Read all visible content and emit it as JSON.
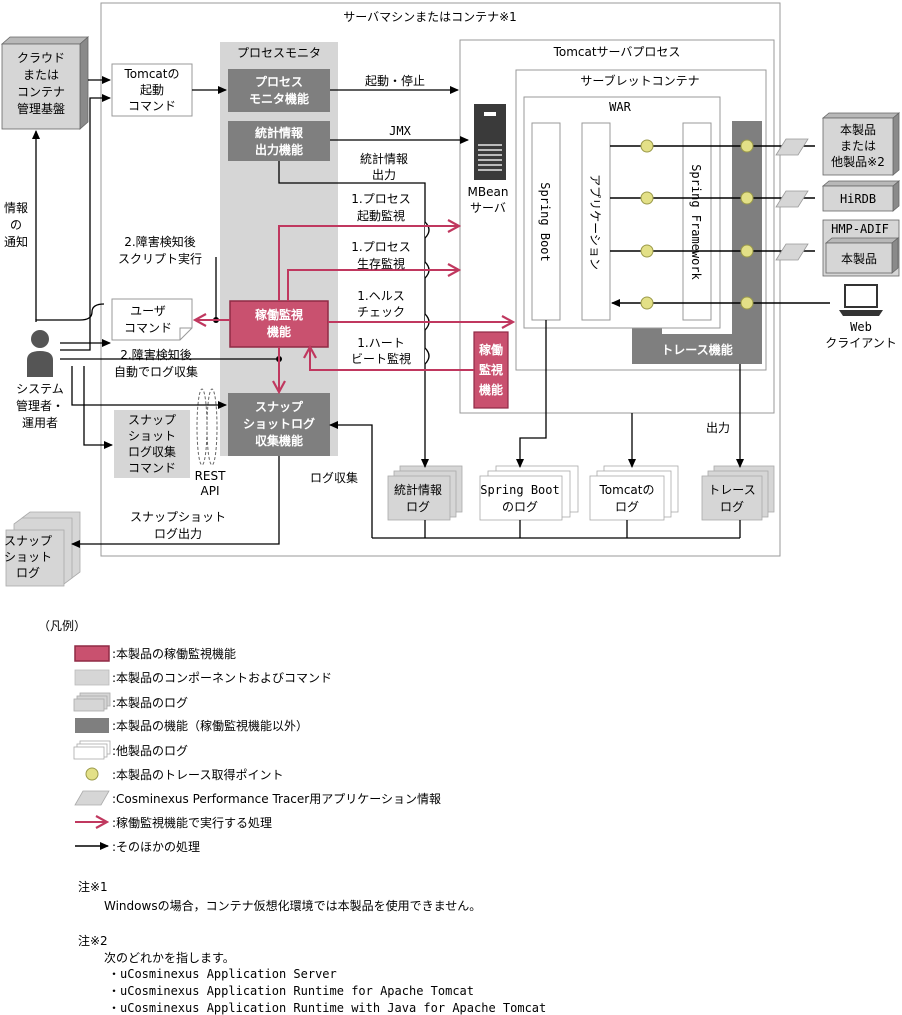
{
  "diagram": {
    "outer_label": "サーバマシンまたはコンテナ※1",
    "cloud": [
      "クラウド",
      "または",
      "コンテナ",
      "管理基盤"
    ],
    "info_notice": [
      "情報",
      "の",
      "通知"
    ],
    "tomcat_start_cmd": [
      "Tomcatの",
      "起動",
      "コマンド"
    ],
    "process_monitor": {
      "title": "プロセスモニタ",
      "function": [
        "プロセス",
        "モニタ機能"
      ],
      "stats_output": [
        "統計情報",
        "出力機能"
      ],
      "operation_monitor": [
        "稼働監視",
        "機能"
      ],
      "snapshot_collect": [
        "スナップ",
        "ショットログ",
        "収集機能"
      ]
    },
    "start_stop": "起動・停止",
    "jmx": "JMX",
    "stats_info_output": [
      "統計情報",
      "出力"
    ],
    "mbean_server": [
      "MBean",
      "サーバ"
    ],
    "failure_script": [
      "2.障害検知後",
      "スクリプト実行"
    ],
    "user_command": [
      "ユーザ",
      "コマンド"
    ],
    "admin": [
      "システム",
      "管理者・",
      "運用者"
    ],
    "failure_log": [
      "2.障害検知後",
      "自動でログ収集"
    ],
    "snapshot_cmd": [
      "スナップ",
      "ショット",
      "ログ収集",
      "コマンド"
    ],
    "rest_api": [
      "REST",
      "API"
    ],
    "log_collect": "ログ収集",
    "snapshot_output": [
      "スナップショット",
      "ログ出力"
    ],
    "snapshot_log": [
      "スナップ",
      "ショット",
      "ログ"
    ],
    "monitors": {
      "start": [
        "1.プロセス",
        "起動監視"
      ],
      "alive": [
        "1.プロセス",
        "生存監視"
      ],
      "health": [
        "1.ヘルス",
        "チェック"
      ],
      "heartbeat": [
        "1.ハート",
        "ビート監視"
      ]
    },
    "tomcat_process": "Tomcatサーバプロセス",
    "servlet_container": "サーブレットコンテナ",
    "war": "WAR",
    "spring_boot": "Spring Boot",
    "application": "アプリケーション",
    "spring_framework": "Spring Framework",
    "trace_function": "トレース機能",
    "process_op_monitor": [
      "稼働",
      "監視",
      "機能"
    ],
    "output": "出力",
    "products": {
      "this_or_other": [
        "本製品",
        "または",
        "他製品※2"
      ],
      "hirdb": "HiRDB",
      "hmp_adif": "HMP-ADIF",
      "this_product": "本製品"
    },
    "web_client": [
      "Web",
      "クライアント"
    ],
    "logs": {
      "stats": [
        "統計情報",
        "ログ"
      ],
      "spring_boot": [
        "Spring Boot",
        "のログ"
      ],
      "tomcat": [
        "Tomcatの",
        "ログ"
      ],
      "trace": [
        "トレース",
        "ログ"
      ]
    }
  },
  "legend": {
    "title": "（凡例）",
    "items": [
      ":本製品の稼働監視機能",
      ":本製品のコンポーネントおよびコマンド",
      ":本製品のログ",
      ":本製品の機能（稼働監視機能以外）",
      ":他製品のログ",
      ":本製品のトレース取得ポイント",
      ":Cosminexus Performance Tracer用アプリケーション情報",
      ":稼働監視機能で実行する処理",
      ":そのほかの処理"
    ]
  },
  "notes": {
    "n1_label": "注※1",
    "n1_text": "Windowsの場合，コンテナ仮想化環境では本製品を使用できません。",
    "n2_label": "注※2",
    "n2_text": "次のどれかを指します。",
    "n2_items": [
      "・uCosminexus Application Server",
      "・uCosminexus Application Runtime for Apache Tomcat",
      "・uCosminexus Application Runtime with Java for Apache Tomcat"
    ]
  },
  "colors": {
    "monitor": "#c9516f",
    "component": "#d6d6d6",
    "function": "#7f7f7f",
    "trace_point": "#e3e087",
    "red_arrow": "#c0385f"
  }
}
